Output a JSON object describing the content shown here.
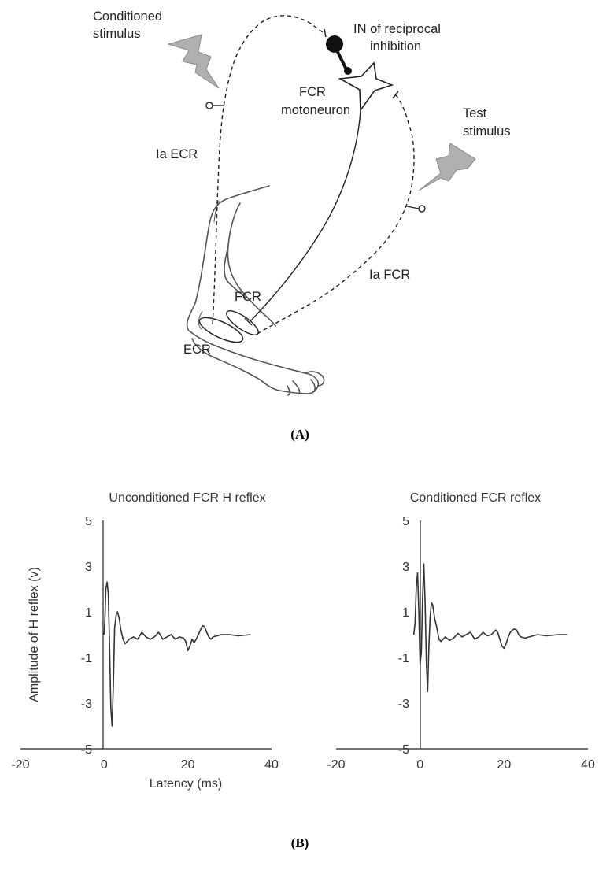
{
  "panel_a": {
    "label": "(A)",
    "labels": {
      "conditioned_stimulus_line1": "Conditioned",
      "conditioned_stimulus_line2": "stimulus",
      "interneuron_line1": "IN of reciprocal",
      "interneuron_line2": "inhibition",
      "motoneuron_line1": "FCR",
      "motoneuron_line2": "motoneuron",
      "ia_ecr": "Ia ECR",
      "test_stimulus_line1": "Test",
      "test_stimulus_line2": "stimulus",
      "ia_fcr": "Ia FCR",
      "fcr_muscle": "FCR",
      "ecr_muscle": "ECR"
    }
  },
  "panel_b": {
    "label": "(B)",
    "ylabel": "Amplitude of H reflex (v)",
    "xlabel": "Latency (ms)"
  },
  "chart_data": [
    {
      "type": "line",
      "title": "Unconditioned  FCR H reflex",
      "xlabel": "Latency (ms)",
      "ylabel": "Amplitude of H reflex (v)",
      "xlim": [
        -20,
        40
      ],
      "ylim": [
        -5,
        5
      ],
      "x_ticks": [
        -20,
        0,
        20,
        40
      ],
      "y_ticks": [
        5,
        3,
        1,
        -1,
        -3,
        -5
      ],
      "grid": false,
      "series": [
        {
          "x": [
            0,
            0.2,
            0.4,
            0.7,
            1.0,
            1.3,
            1.6,
            1.9,
            2.2,
            2.5,
            2.9,
            3.2,
            3.6,
            4.0,
            4.5,
            5.0,
            5.5,
            6.0,
            7.0,
            8.0,
            9.0,
            10.0,
            11.0,
            12.0,
            13.0,
            14.0,
            15.0,
            16.0,
            17.0,
            18.0,
            19.0,
            19.5,
            20.0,
            20.5,
            21.0,
            21.5,
            22.0,
            22.5,
            23.0,
            23.5,
            24.0,
            24.5,
            25.0,
            25.5,
            26.0,
            27.0,
            28.0,
            30.0,
            32.0,
            35.0
          ],
          "y": [
            0,
            0.8,
            2.0,
            2.3,
            1.8,
            -0.5,
            -3.2,
            -4.0,
            -2.2,
            0.3,
            0.9,
            1.0,
            0.7,
            0.2,
            -0.2,
            -0.4,
            -0.3,
            -0.2,
            -0.1,
            -0.2,
            0.1,
            -0.1,
            -0.2,
            -0.1,
            0.1,
            -0.2,
            -0.1,
            0.0,
            -0.2,
            -0.1,
            -0.15,
            -0.3,
            -0.7,
            -0.5,
            -0.2,
            -0.35,
            -0.2,
            0.0,
            0.2,
            0.4,
            0.35,
            0.1,
            -0.1,
            -0.2,
            -0.1,
            -0.05,
            0.0,
            0.0,
            -0.05,
            0.0
          ]
        }
      ]
    },
    {
      "type": "line",
      "title": "Conditioned  FCR reflex",
      "xlabel": "",
      "ylabel": "",
      "xlim": [
        -20,
        40
      ],
      "ylim": [
        -5,
        5
      ],
      "x_ticks": [
        -20,
        0,
        20,
        40
      ],
      "y_ticks": [
        5,
        3,
        1,
        -1,
        -3,
        -5
      ],
      "grid": false,
      "series": [
        {
          "x": [
            -1.5,
            -1.2,
            -0.9,
            -0.6,
            -0.3,
            0.0,
            0.3,
            0.6,
            0.9,
            1.2,
            1.5,
            1.8,
            2.1,
            2.4,
            2.7,
            3.0,
            3.5,
            4.0,
            4.5,
            5.0,
            6.0,
            7.0,
            8.0,
            9.0,
            10.0,
            11.0,
            12.0,
            13.0,
            14.0,
            15.0,
            16.0,
            17.0,
            18.0,
            18.5,
            19.0,
            19.5,
            20.0,
            20.5,
            21.0,
            21.5,
            22.0,
            22.5,
            23.0,
            23.5,
            24.0,
            25.0,
            26.0,
            28.0,
            30.0,
            33.0,
            35.0
          ],
          "y": [
            0,
            0.5,
            2.1,
            2.7,
            1.0,
            -1.3,
            -0.8,
            1.6,
            3.1,
            1.4,
            -1.2,
            -2.5,
            -0.5,
            0.8,
            1.4,
            1.3,
            0.7,
            0.3,
            -0.2,
            -0.3,
            -0.1,
            -0.25,
            -0.15,
            0.05,
            -0.1,
            0.0,
            0.1,
            -0.2,
            -0.1,
            0.1,
            -0.05,
            0.0,
            0.2,
            0.1,
            -0.2,
            -0.5,
            -0.6,
            -0.4,
            -0.1,
            0.1,
            0.2,
            0.25,
            0.2,
            0.0,
            -0.1,
            -0.15,
            -0.1,
            0.0,
            -0.05,
            0.0,
            0.0
          ]
        }
      ]
    }
  ]
}
